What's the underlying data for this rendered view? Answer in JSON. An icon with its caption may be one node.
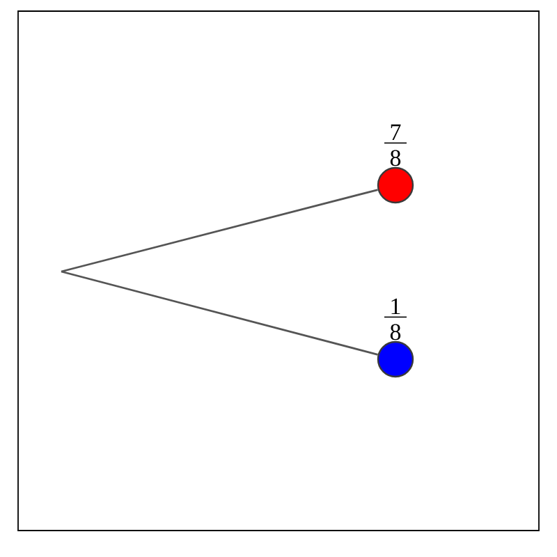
{
  "diagram": {
    "nodes": [
      {
        "text": [],
        "shape": "circle",
        "beside": [
          "7",
          "8"
        ]
      },
      {
        "text": [],
        "shape": "circle",
        "beside": [
          "1",
          "8"
        ]
      }
    ],
    "edges": [
      {
        "from": null,
        "to": 0,
        "arrow": "none"
      },
      {
        "from": null,
        "to": 1,
        "arrow": "none"
      }
    ]
  }
}
